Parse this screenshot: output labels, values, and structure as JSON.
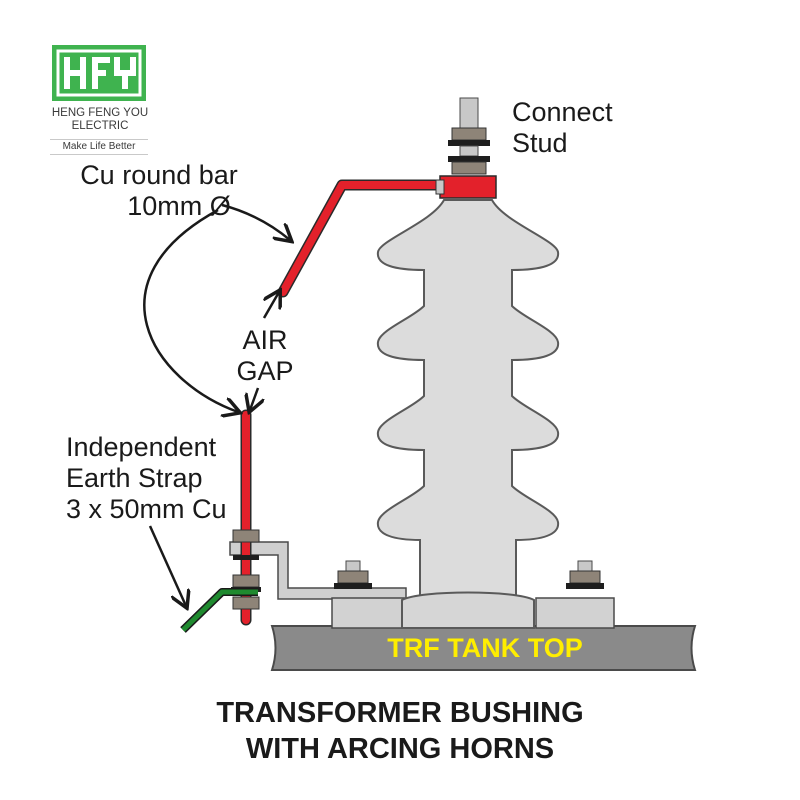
{
  "brand": {
    "logo_text": "HFY",
    "name_line1": "HENG FENG YOU",
    "name_line2": "ELECTRIC",
    "slogan": "Make Life Better",
    "accent_color": "#3fb34f"
  },
  "labels": {
    "connect_stud": [
      "Connect",
      "Stud"
    ],
    "cu_round_bar": [
      "Cu round bar",
      "10mm Ø"
    ],
    "air_gap": [
      "AIR",
      "GAP"
    ],
    "earth_strap": [
      "Independent",
      "Earth Strap",
      "3 x 50mm Cu"
    ],
    "tank_top": "TRF TANK TOP"
  },
  "title": {
    "line1": "TRANSFORMER BUSHING",
    "line2": "WITH ARCING HORNS"
  },
  "colors": {
    "horn_red": "#e3212b",
    "earth_green": "#1f8a2f",
    "porcelain": "#dcdcdc",
    "tank": "#8a8a8a",
    "tank_text": "#ffee00"
  }
}
